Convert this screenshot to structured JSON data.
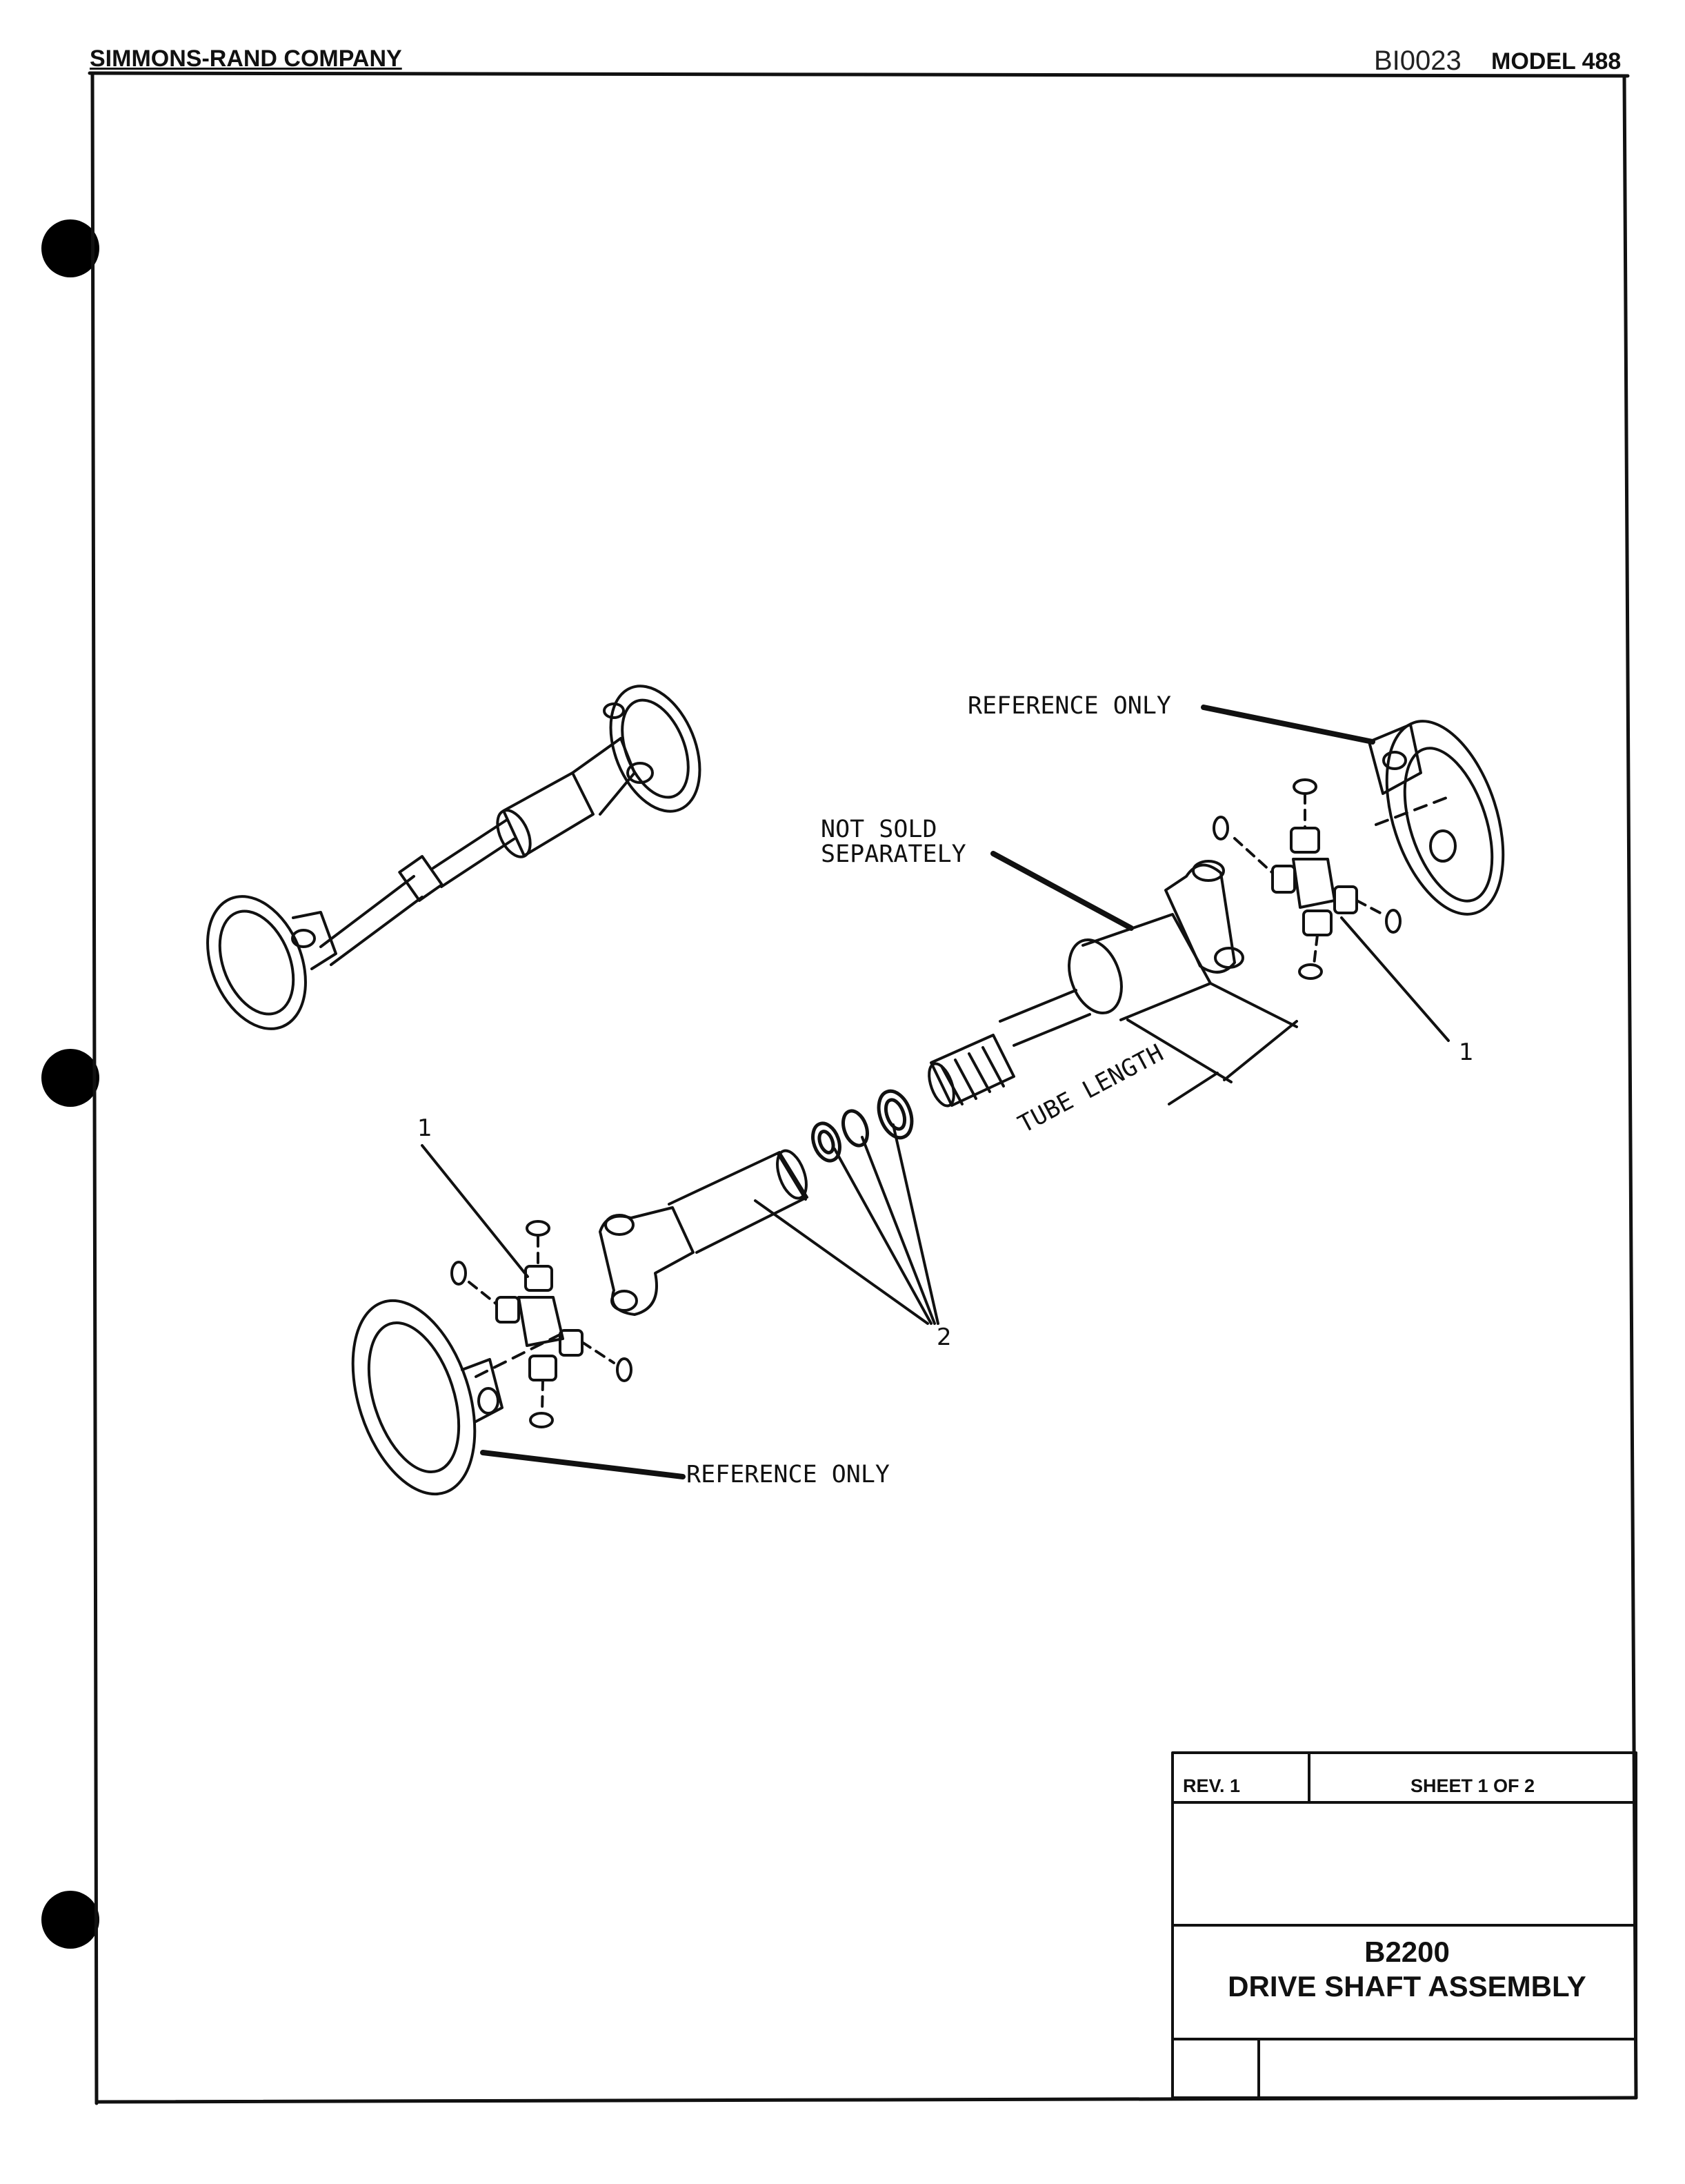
{
  "header": {
    "company": "SIMMONS-RAND COMPANY",
    "doc_id": "BI0023",
    "model": "MODEL 488"
  },
  "callouts": {
    "reference_only_top": "REFERENCE ONLY",
    "not_sold_line1": "NOT SOLD",
    "not_sold_line2": "SEPARATELY",
    "tube_length": "TUBE LENGTH",
    "reference_only_bottom": "REFERENCE ONLY",
    "item_1_right": "1",
    "item_1_left": "1",
    "item_2": "2"
  },
  "title_block": {
    "revision": "REV. 1",
    "sheet": "SHEET 1 OF 2",
    "part_number": "B2200",
    "title": "DRIVE SHAFT ASSEMBLY"
  }
}
